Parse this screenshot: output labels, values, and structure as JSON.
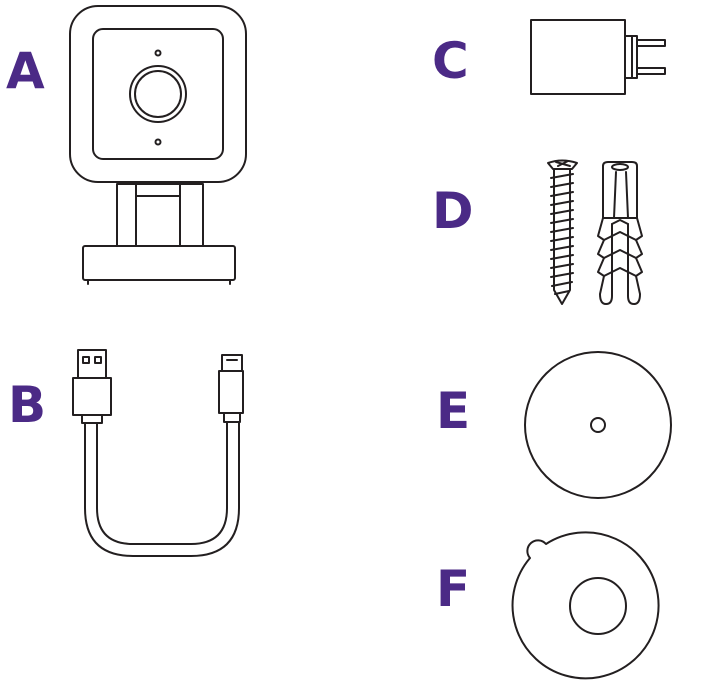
{
  "labels": {
    "a": "A",
    "b": "B",
    "c": "C",
    "d": "D",
    "e": "E",
    "f": "F"
  },
  "colors": {
    "label": "#4b2a86",
    "line": "#231f20"
  },
  "items": [
    {
      "key": "a",
      "icon": "security-camera-icon"
    },
    {
      "key": "b",
      "icon": "usb-cable-icon"
    },
    {
      "key": "c",
      "icon": "power-adapter-icon"
    },
    {
      "key": "d",
      "icon": "screw-and-anchor-icon"
    },
    {
      "key": "e",
      "icon": "mounting-plate-icon"
    },
    {
      "key": "f",
      "icon": "adhesive-mount-icon"
    }
  ]
}
